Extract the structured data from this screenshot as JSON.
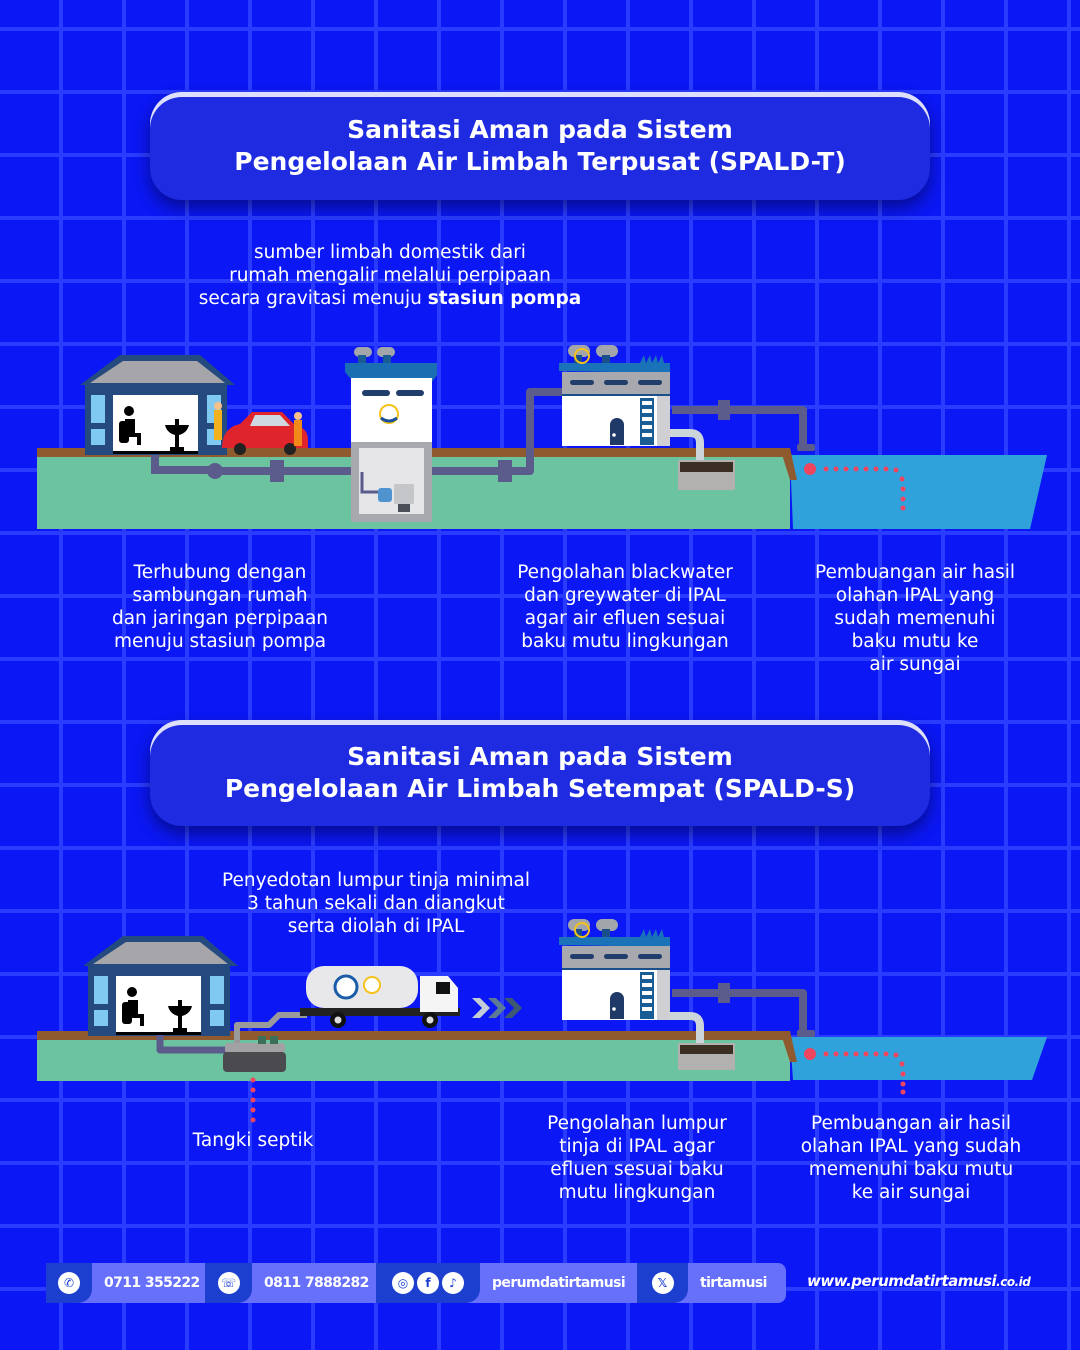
{
  "section_t": {
    "title_line1": "Sanitasi Aman pada Sistem",
    "title_line2": "Pengelolaan Air Limbah Terpusat (SPALD-T)",
    "top_caption": {
      "line1": "sumber limbah domestik dari",
      "line2": "rumah mengalir melalui perpipaan",
      "line3_prefix": "secara gravitasi menuju ",
      "line3_bold": "stasiun pompa"
    },
    "captions": [
      {
        "lines": [
          "Terhubung dengan",
          "sambungan rumah",
          "dan jaringan perpipaan",
          "menuju stasiun pompa"
        ]
      },
      {
        "lines": [
          "Pengolahan blackwater",
          "dan greywater di IPAL",
          "agar air efluen sesuai",
          "baku mutu lingkungan"
        ]
      },
      {
        "lines": [
          "Pembuangan air hasil",
          "olahan IPAL yang",
          "sudah memenuhi",
          "baku mutu ke",
          "air sungai"
        ]
      }
    ]
  },
  "section_s": {
    "title_line1": "Sanitasi Aman pada Sistem",
    "title_line2": "Pengelolaan Air Limbah Setempat (SPALD-S)",
    "top_caption": {
      "line1": "Penyedotan lumpur tinja minimal",
      "line2": "3 tahun sekali dan diangkut",
      "line3": "serta diolah di IPAL"
    },
    "septic_label": "Tangki septik",
    "captions": [
      {
        "lines": [
          "Pengolahan lumpur",
          "tinja di IPAL agar",
          "efluen sesuai baku",
          "mutu lingkungan"
        ]
      },
      {
        "lines": [
          "Pembuangan air hasil",
          "olahan IPAL yang sudah",
          "memenuhi baku mutu",
          "ke air sungai"
        ]
      }
    ]
  },
  "footer": {
    "phone": "0711 355222",
    "whatsapp": "0811 7888282",
    "social": "perumdatirtamusi",
    "x_handle": "tirtamusi",
    "website_main": "www.perumdatirtamusi",
    "website_tld": ".co.id"
  },
  "colors": {
    "background": "#0b17f4",
    "ground": "#6cc3a0",
    "soil": "#8f5a2e",
    "water": "#2fa2dc",
    "pipe": "#5b5c8c",
    "dots": "#f0455f"
  }
}
